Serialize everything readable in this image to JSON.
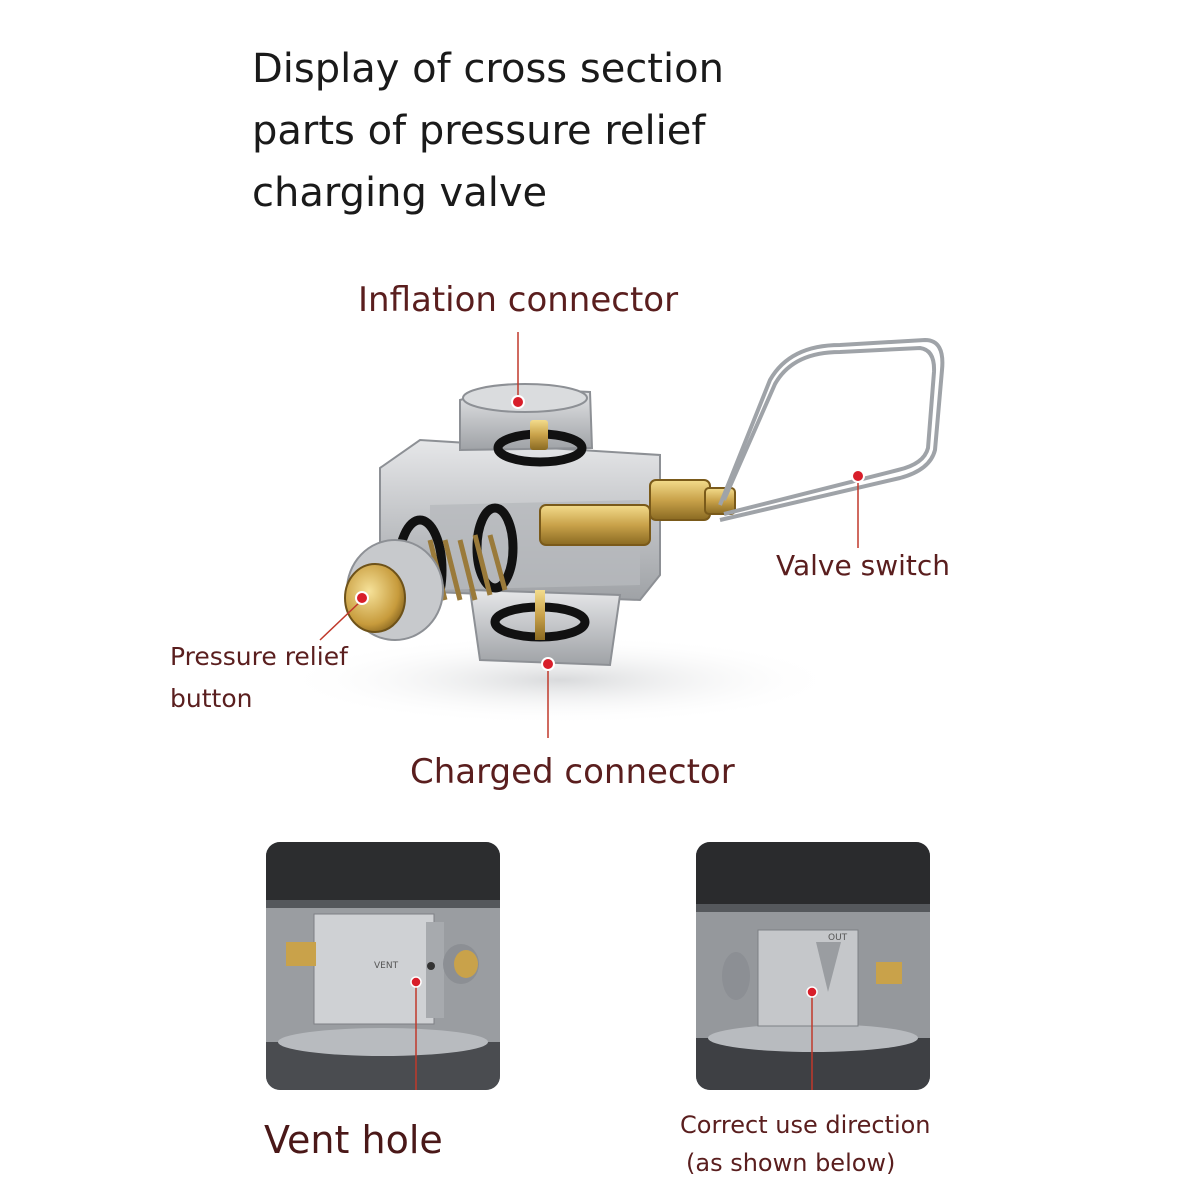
{
  "title": {
    "lines": [
      "Display of cross section",
      "parts of pressure relief",
      "charging valve"
    ]
  },
  "labels": {
    "inflation_connector": "Inflation connector",
    "valve_switch": "Valve switch",
    "pressure_relief_line1": "Pressure relief",
    "pressure_relief_line2": "button",
    "charged_connector": "Charged connector",
    "vent_hole": "Vent hole",
    "correct_use_line1": "Correct use direction",
    "correct_use_line2": "(as shown below)"
  },
  "engravings": {
    "vent": "VENT",
    "out": "OUT"
  },
  "colors": {
    "label_text": "#5a1e1e",
    "marker": "#d81e2a",
    "aluminum": "#c9cbce",
    "brass": "#c9a24a"
  }
}
